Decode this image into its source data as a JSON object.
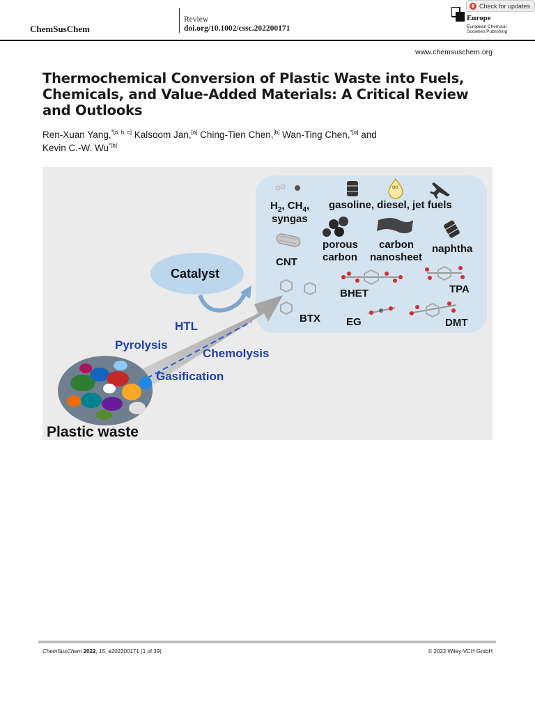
{
  "header": {
    "journal": "ChemSusChem",
    "article_type": "Review",
    "doi": "doi.org/10.1002/cssc.202200171",
    "publisher": "Europe",
    "publisher_sub": "European Chemical Societies Publishing",
    "check_updates": "Check for updates",
    "website": "www.chemsuschem.org"
  },
  "article": {
    "title": "Thermochemical Conversion of Plastic Waste into Fuels, Chemicals, and Value-Added Materials: A Critical Review and Outlooks",
    "authors": [
      {
        "name": "Ren-Xuan Yang,",
        "marks": "*[a, b, c]"
      },
      {
        "name": "Kalsoom Jan,",
        "marks": "[a]"
      },
      {
        "name": "Ching-Tien Chen,",
        "marks": "[b]"
      },
      {
        "name": "Wan-Ting Chen,",
        "marks": "*[a]"
      },
      {
        "name": "and",
        "marks": ""
      },
      {
        "name": "Kevin C.-W. Wu",
        "marks": "*[b]"
      }
    ]
  },
  "figure": {
    "source_label": "Plastic waste",
    "catalyst_label": "Catalyst",
    "processes": {
      "htl": "HTL",
      "pyrolysis": "Pyrolysis",
      "chemolysis": "Chemolysis",
      "gasification": "Gasification"
    },
    "products": {
      "gases_line1_a": "H",
      "gases_line1_sub1": "2",
      "gases_line1_b": ", CH",
      "gases_line1_sub2": "4",
      "gases_line1_c": ",",
      "gases_line2": "syngas",
      "fuels": "gasoline, diesel, jet fuels",
      "oil_badge": "Oil",
      "cnt": "CNT",
      "porous_carbon_1": "porous",
      "porous_carbon_2": "carbon",
      "carbon_nanosheet_1": "carbon",
      "carbon_nanosheet_2": "nanosheet",
      "naphtha": "naphtha",
      "bhet": "BHET",
      "tpa": "TPA",
      "btx": "BTX",
      "eg": "EG",
      "dmt": "DMT"
    },
    "colors": {
      "panel": "#d3e3f0",
      "catalyst_bubble": "#bcd6ee",
      "arrow": "#a3a3a3",
      "process_text": "#1f3fb5"
    }
  },
  "footer": {
    "journal_italic": "ChemSusChem",
    "year": "2022",
    "volume": "15",
    "article_id": "e202200171 (1 of 39)",
    "copyright": "© 2022 Wiley-VCH GmbH"
  }
}
